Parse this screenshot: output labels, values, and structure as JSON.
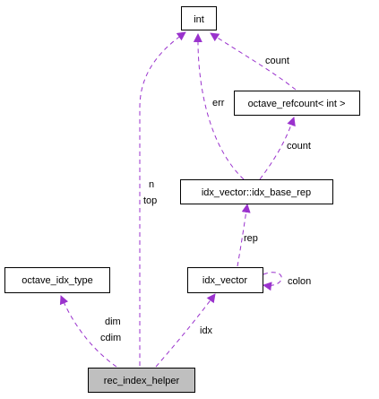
{
  "diagram": {
    "nodes": {
      "int": "int",
      "octave_refcount": "octave_refcount< int >",
      "idx_base_rep": "idx_vector::idx_base_rep",
      "octave_idx_type": "octave_idx_type",
      "idx_vector": "idx_vector",
      "rec_index_helper": "rec_index_helper"
    },
    "edge_labels": {
      "count_int": "count",
      "err": "err",
      "count_rep": "count",
      "n": "n",
      "top": "top",
      "rep": "rep",
      "colon": "colon",
      "dim": "dim",
      "cdim": "cdim",
      "idx": "idx"
    },
    "colors": {
      "edge": "#9a32cd",
      "focus_fill": "#bfbfbf",
      "node_fill": "#ffffff"
    }
  }
}
